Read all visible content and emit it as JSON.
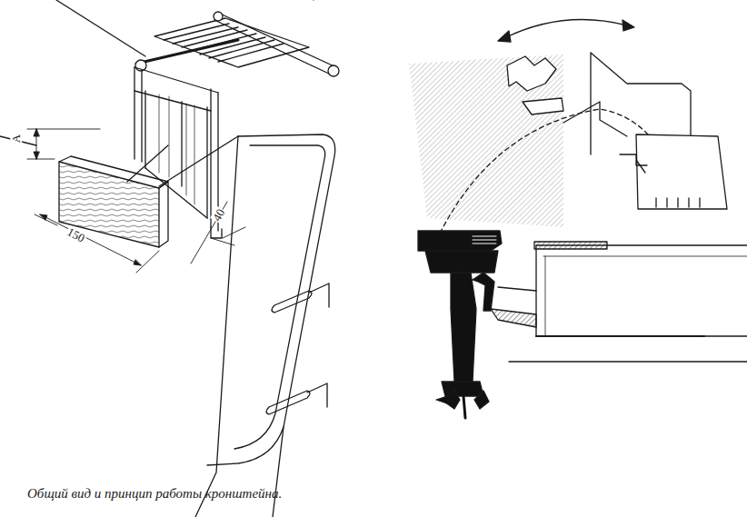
{
  "diagram": {
    "caption": "Общий вид и принцип работы кронштейна.",
    "labels": [
      "A",
      "150",
      "40"
    ]
  }
}
